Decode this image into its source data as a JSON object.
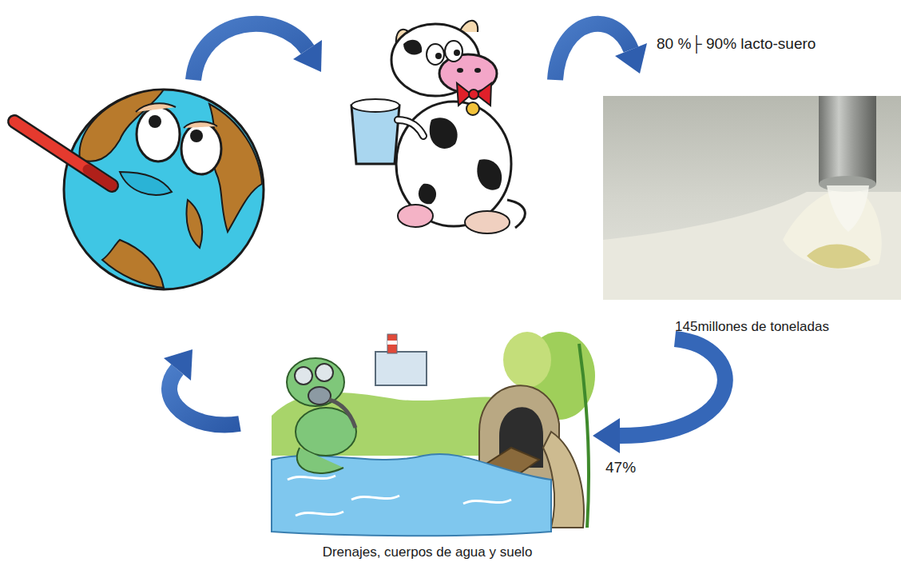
{
  "diagram": {
    "nodes": [
      {
        "text": [
          "145millones de toneladas"
        ]
      },
      {
        "text": [
          "Drenajes, cuerpos de agua y suelo"
        ]
      }
    ],
    "edges": [
      {
        "from": 0,
        "to": 1,
        "arrow": "to",
        "label": "47%"
      }
    ],
    "labels": [
      "80 %├ 90% lacto-suero"
    ]
  }
}
